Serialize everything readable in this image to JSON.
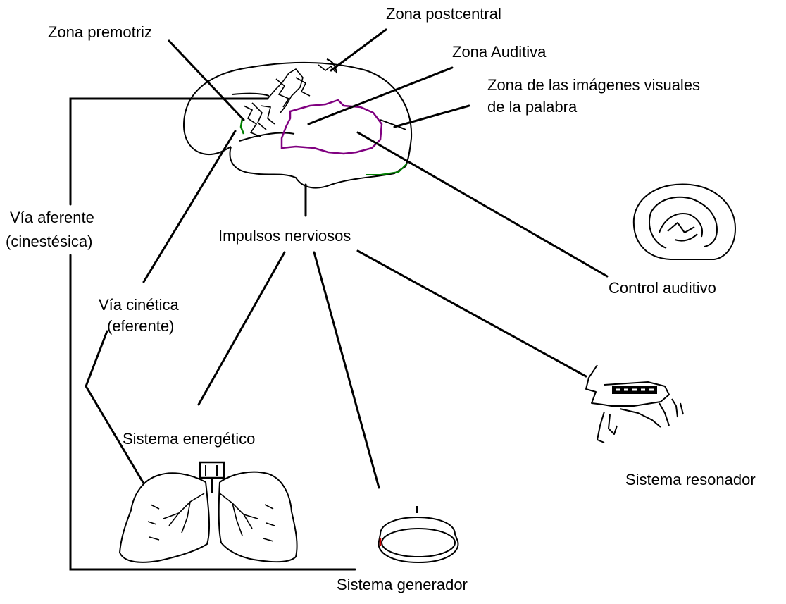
{
  "diagram": {
    "labels": {
      "zona_postcentral": "Zona postcentral",
      "zona_premotriz": "Zona premotriz",
      "zona_auditiva": "Zona Auditiva",
      "zona_imagenes_1": "Zona de las imágenes visuales",
      "zona_imagenes_2": "de la palabra",
      "via_aferente_1": "Vía aferente",
      "via_aferente_2": "(cinestésica)",
      "impulsos": "Impulsos nerviosos",
      "control_auditivo": "Control auditivo",
      "via_cinetica_1": "Vía cinética",
      "via_cinetica_2": "(eferente)",
      "sistema_energetico": "Sistema energético",
      "sistema_resonador": "Sistema resonador",
      "sistema_generador": "Sistema generador"
    },
    "colors": {
      "line": "#000000",
      "auditory_zone": "#800080",
      "premotor_edge": "#008000",
      "larynx_mark": "#cc0000"
    },
    "icons": [
      "brain-icon",
      "ear-icon",
      "vocal-tract-icon",
      "lungs-icon",
      "larynx-icon"
    ]
  }
}
